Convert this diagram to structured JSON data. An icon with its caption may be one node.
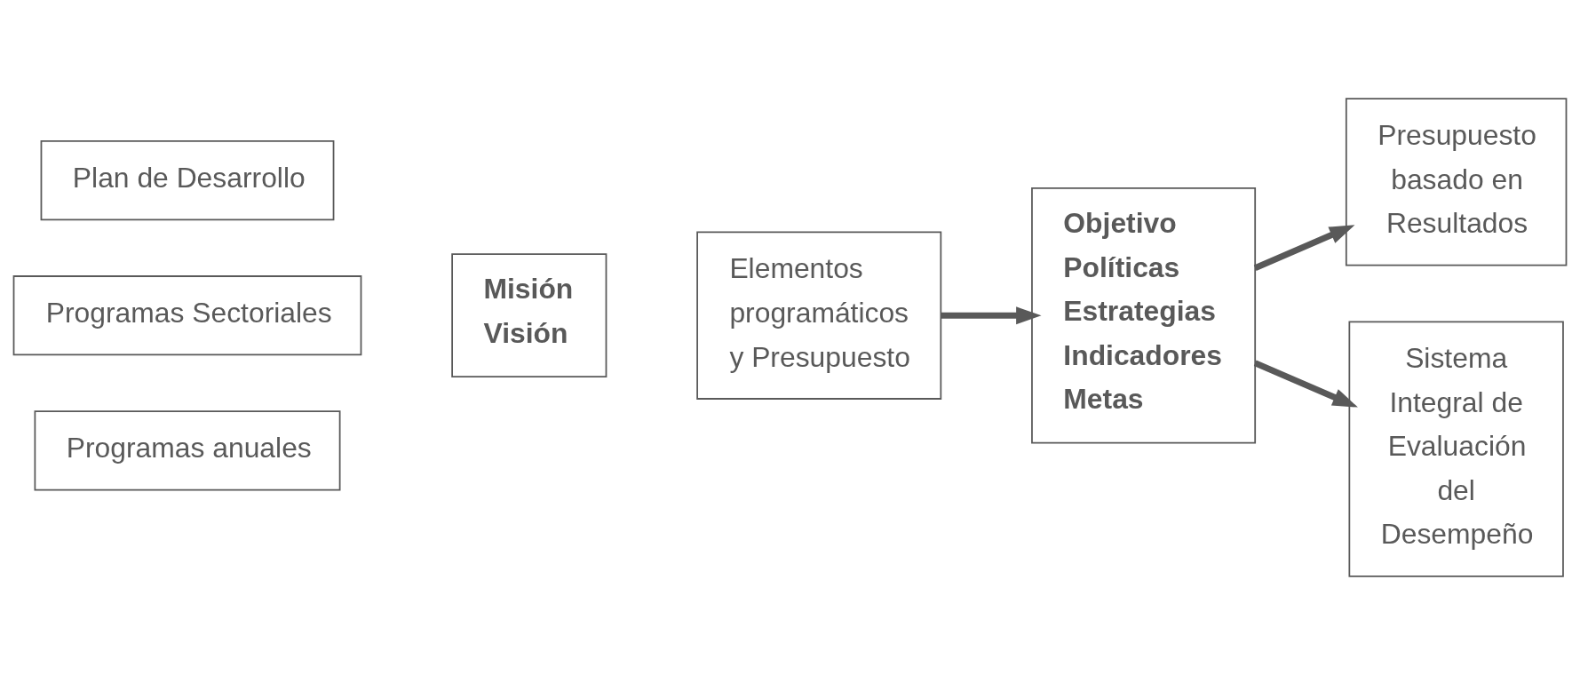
{
  "diagram": {
    "nodes": [
      {
        "text": [
          "Plan de Desarrollo"
        ]
      },
      {
        "text": [
          "Programas Sectoriales"
        ]
      },
      {
        "text": [
          "Programas anuales"
        ]
      },
      {
        "text": [
          "Misión",
          "Visión"
        ]
      },
      {
        "text": [
          "Elementos programáticos y Presupuesto"
        ]
      },
      {
        "text": [
          "Objetivo",
          "Políticas",
          "Estrategias",
          "Indicadores",
          "Metas"
        ]
      },
      {
        "text": [
          "Presupuesto basado en Resultados"
        ]
      },
      {
        "text": [
          "Sistema Integral de Evaluación del Desempeño"
        ]
      }
    ],
    "edges": [
      {
        "from": 4,
        "to": 5,
        "arrow": "to"
      },
      {
        "from": 5,
        "to": 6,
        "arrow": "to"
      },
      {
        "from": 5,
        "to": 7,
        "arrow": "to"
      }
    ]
  }
}
